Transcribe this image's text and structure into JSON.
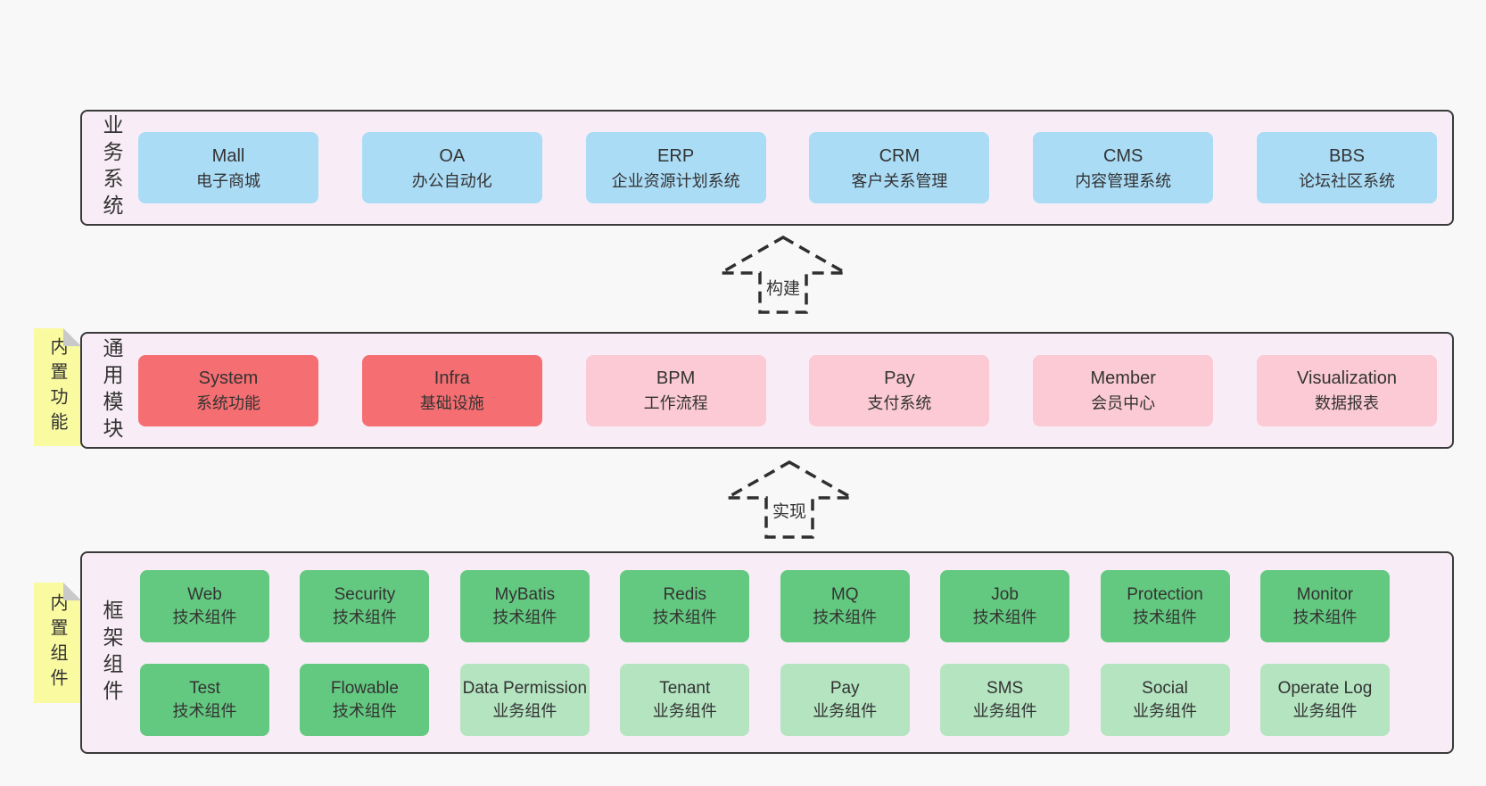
{
  "colors": {
    "page_bg": "#f8f8f8",
    "band_bg": "#f8edf6",
    "band_border": "#3a3a3a",
    "blue_box": "#abdcf6",
    "red_box": "#f56e71",
    "pink_box": "#fbcad4",
    "green_tech_box": "#64c980",
    "green_biz_box": "#b4e4c0",
    "note_yellow": "#fafaa0",
    "note_fold_gray": "#c9c9c9",
    "text": "#333333",
    "arrow_stroke": "#2f2f2f"
  },
  "arrows": {
    "build": "构建",
    "implement": "实现"
  },
  "bands": {
    "business": {
      "label": "业务系统",
      "boxes": [
        {
          "name": "Mall",
          "desc": "电子商城"
        },
        {
          "name": "OA",
          "desc": "办公自动化"
        },
        {
          "name": "ERP",
          "desc": "企业资源计划系统"
        },
        {
          "name": "CRM",
          "desc": "客户关系管理"
        },
        {
          "name": "CMS",
          "desc": "内容管理系统"
        },
        {
          "name": "BBS",
          "desc": "论坛社区系统"
        }
      ]
    },
    "modules": {
      "label": "通用模块",
      "note": "内置功能",
      "boxes": [
        {
          "name": "System",
          "desc": "系统功能"
        },
        {
          "name": "Infra",
          "desc": "基础设施"
        },
        {
          "name": "BPM",
          "desc": "工作流程"
        },
        {
          "name": "Pay",
          "desc": "支付系统"
        },
        {
          "name": "Member",
          "desc": "会员中心"
        },
        {
          "name": "Visualization",
          "desc": "数据报表"
        }
      ]
    },
    "components": {
      "label": "框架组件",
      "note": "内置组件",
      "row1": [
        {
          "name": "Web",
          "desc": "技术组件"
        },
        {
          "name": "Security",
          "desc": "技术组件"
        },
        {
          "name": "MyBatis",
          "desc": "技术组件"
        },
        {
          "name": "Redis",
          "desc": "技术组件"
        },
        {
          "name": "MQ",
          "desc": "技术组件"
        },
        {
          "name": "Job",
          "desc": "技术组件"
        },
        {
          "name": "Protection",
          "desc": "技术组件"
        },
        {
          "name": "Monitor",
          "desc": "技术组件"
        }
      ],
      "row2": [
        {
          "name": "Test",
          "desc": "技术组件"
        },
        {
          "name": "Flowable",
          "desc": "技术组件"
        },
        {
          "name": "Data Permission",
          "desc": "业务组件"
        },
        {
          "name": "Tenant",
          "desc": "业务组件"
        },
        {
          "name": "Pay",
          "desc": "业务组件"
        },
        {
          "name": "SMS",
          "desc": "业务组件"
        },
        {
          "name": "Social",
          "desc": "业务组件"
        },
        {
          "name": "Operate Log",
          "desc": "业务组件"
        }
      ]
    }
  }
}
